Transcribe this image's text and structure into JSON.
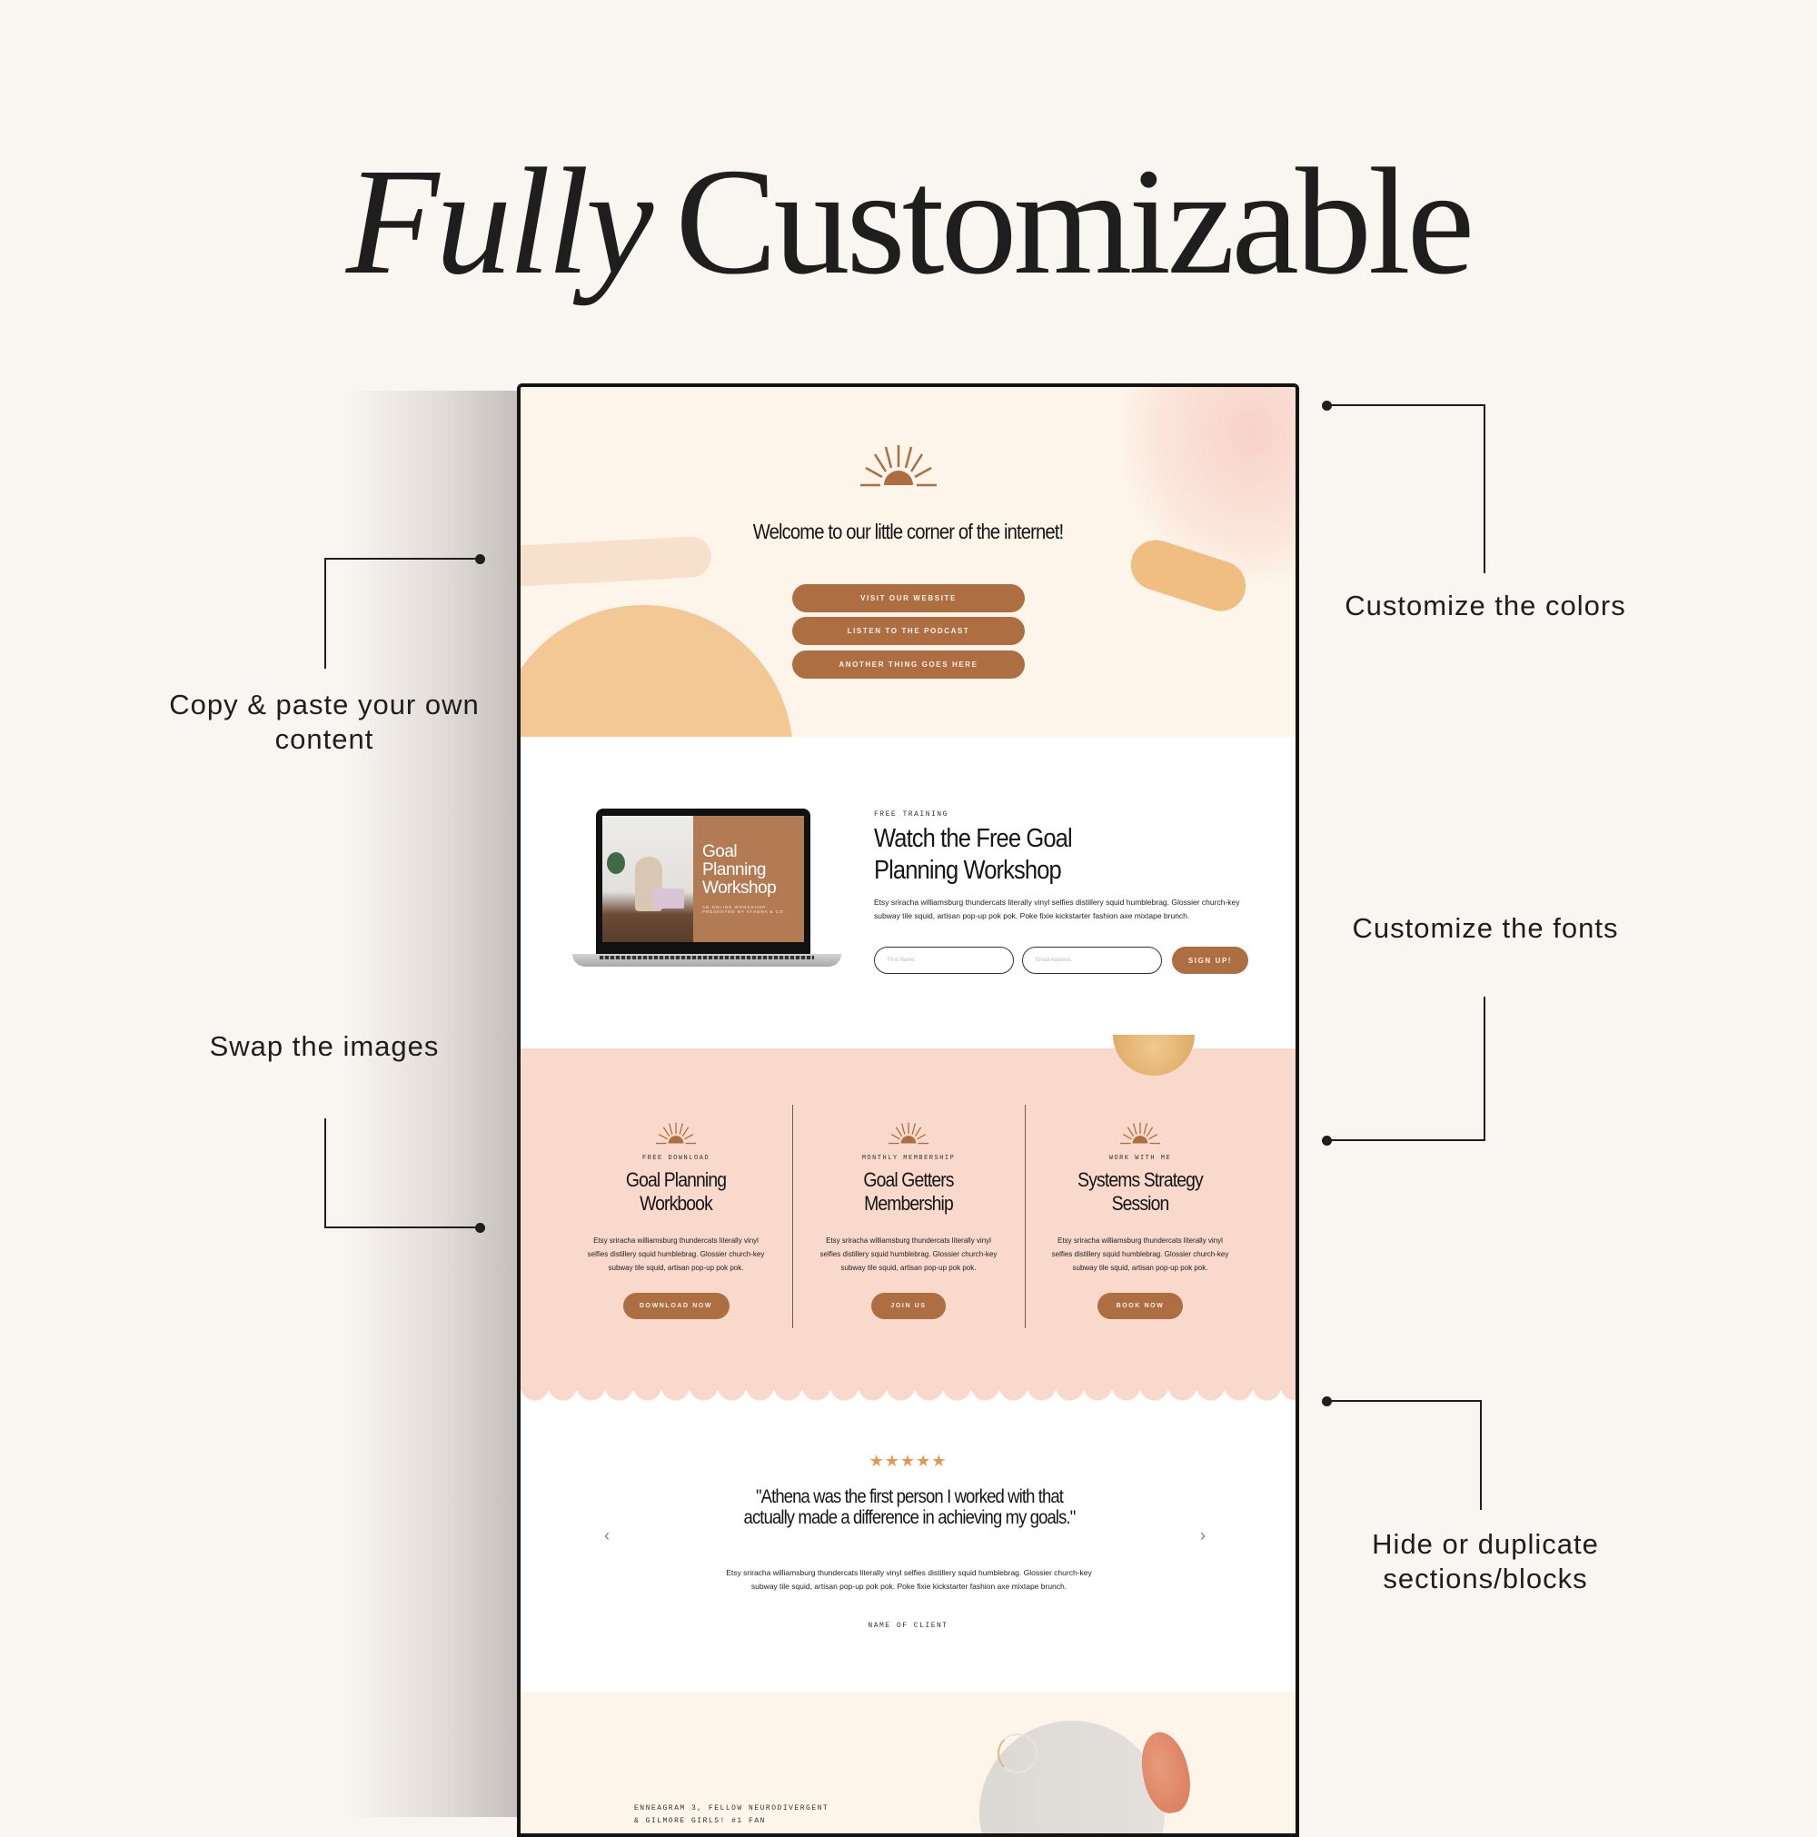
{
  "headline": {
    "italic": "Fully",
    "rest": "Customizable"
  },
  "annotations": {
    "colors": "Customize the colors",
    "fonts": "Customize the fonts",
    "sections": "Hide or duplicate sections/blocks",
    "content": "Copy & paste your own content",
    "images": "Swap the images"
  },
  "colors": {
    "accent": "#ad6e42",
    "hero_bg": "#fdf5ea",
    "pink_bg": "#f8d9cc",
    "star": "#e39a4e"
  },
  "hero": {
    "welcome": "Welcome to our little corner of the internet!",
    "buttons": [
      "Visit our website",
      "Listen to the podcast",
      "Another thing goes here"
    ]
  },
  "training": {
    "laptop": {
      "title": "Goal Planning Workshop",
      "subtitle": "An online workshop presented by Athena & Co."
    },
    "eyebrow": "Free Training",
    "heading": "Watch the Free Goal Planning Workshop",
    "body": "Etsy sriracha williamsburg thundercats literally vinyl selfies distillery squid humblebrag. Glossier church-key subway tile squid, artisan pop-up pok pok. Poke fixie kickstarter fashion axe mixtape brunch.",
    "first_name_placeholder": "First Name:",
    "email_placeholder": "Email Address:",
    "signup": "Sign up!"
  },
  "offers": [
    {
      "eyebrow": "Free Download",
      "title": "Goal Planning Workbook",
      "body": "Etsy sriracha williamsburg thundercats literally vinyl selfies distillery squid humblebrag. Glossier church-key subway tile squid, artisan pop-up pok pok.",
      "button": "Download now"
    },
    {
      "eyebrow": "Monthly Membership",
      "title": "Goal Getters Membership",
      "body": "Etsy sriracha williamsburg thundercats literally vinyl selfies distillery squid humblebrag. Glossier church-key subway tile squid, artisan pop-up pok pok.",
      "button": "Join us"
    },
    {
      "eyebrow": "Work with me",
      "title": "Systems Strategy Session",
      "body": "Etsy sriracha williamsburg thundercats literally vinyl selfies distillery squid humblebrag. Glossier church-key subway tile squid, artisan pop-up pok pok.",
      "button": "Book now"
    }
  ],
  "testimonial": {
    "stars": "★★★★★",
    "rating": 5,
    "quote": "\"Athena was the first person I worked with that actually made a difference in achieving my goals.\"",
    "body": "Etsy sriracha williamsburg thundercats literally vinyl selfies distillery squid humblebrag. Glossier church-key subway tile squid, artisan pop-up pok pok. Poke fixie kickstarter fashion axe mixtape brunch.",
    "name": "Name of Client",
    "prev": "‹",
    "next": "›"
  },
  "about": {
    "line1": "Enneagram 3, fellow neurodivergent",
    "line2": "& Gilmore Girls! #1 fan"
  }
}
